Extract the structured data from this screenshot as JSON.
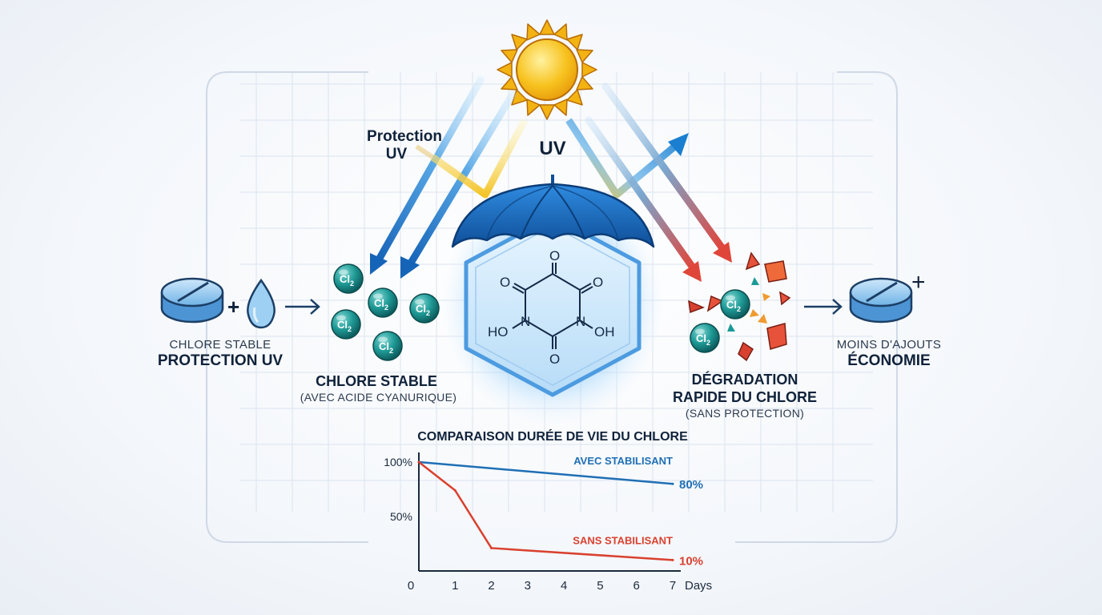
{
  "left": {
    "line1": "CHLORE STABLE",
    "line2": "PROTECTION UV"
  },
  "uv_protection_label": {
    "line1": "Protection",
    "line2": "UV"
  },
  "uv_label": "UV",
  "stable_cluster": {
    "title": "CHLORE STABLE",
    "subtitle": "(AVEC ACIDE CYANURIQUE)",
    "molecule_label": "Cl",
    "molecule_subscript": "2"
  },
  "molecule": {
    "oxygen": "O",
    "hydroxyl": "HO",
    "hydroxyl_right": "OH",
    "nitrogen": "N"
  },
  "degradation": {
    "line1": "DÉGRADATION",
    "line2": "RAPIDE DU CHLORE",
    "subtitle": "(SANS PROTECTION)"
  },
  "right": {
    "line1": "MOINS D'AJOUTS",
    "line2": "ÉCONOMIE",
    "plus": "+"
  },
  "plus_sign": "+",
  "colors": {
    "blue_arrow": "#1f78c8",
    "red_arrow": "#e0453a",
    "sun": "#f6b81c",
    "teal_ball": "#1c8f8f",
    "with_stabilizer": "#1f6fb5",
    "without_stabilizer": "#d9412f"
  },
  "chart_data": {
    "type": "line",
    "title": "COMPARAISON DURÉE DE VIE DU CHLORE",
    "x": [
      0,
      1,
      2,
      3,
      4,
      5,
      6,
      7
    ],
    "x_tick_labels": [
      "0",
      "1",
      "2",
      "3",
      "4",
      "5",
      "6",
      "7"
    ],
    "x_unit": "Days",
    "y_tick_labels": [
      "100%",
      "50%"
    ],
    "y_ticks": [
      100,
      50
    ],
    "ylim": [
      0,
      100
    ],
    "xlim": [
      0,
      7
    ],
    "series": [
      {
        "name": "AVEC STABILISANT",
        "x": [
          0,
          7
        ],
        "values": [
          100,
          80
        ],
        "end_label": "80%"
      },
      {
        "name": "SANS STABILISANT",
        "x": [
          0,
          1,
          2,
          7
        ],
        "values": [
          100,
          74,
          21,
          10
        ],
        "end_label": "10%"
      }
    ],
    "grid": false
  }
}
